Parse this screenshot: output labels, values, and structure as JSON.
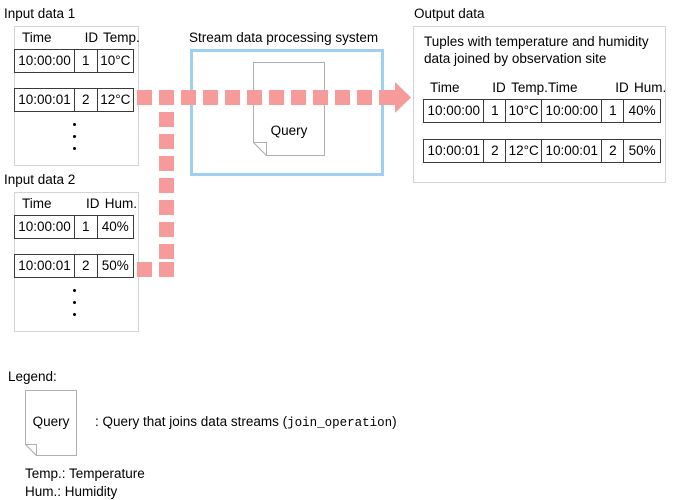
{
  "diagram": {
    "title_input1": "Input data 1",
    "title_input2": "Input data 2",
    "title_system": "Stream data processing system",
    "title_output": "Output data",
    "output_description_line1": "Tuples with temperature and humidity",
    "output_description_line2": "data joined by observation site",
    "query_label": "Query"
  },
  "input1": {
    "headers": [
      "Time",
      "ID",
      "Temp."
    ],
    "rows": [
      [
        "10:00:00",
        "1",
        "10°C"
      ],
      [
        "10:00:01",
        "2",
        "12°C"
      ]
    ],
    "continuation": "⋮"
  },
  "input2": {
    "headers": [
      "Time",
      "ID",
      "Hum."
    ],
    "rows": [
      [
        "10:00:00",
        "1",
        "40%"
      ],
      [
        "10:00:01",
        "2",
        "50%"
      ]
    ],
    "continuation": "⋮"
  },
  "output": {
    "headers": [
      "Time",
      "ID",
      "Temp.",
      "Time",
      "ID",
      "Hum."
    ],
    "rows": [
      [
        "10:00:00",
        "1",
        "10°C",
        "10:00:00",
        "1",
        "40%"
      ],
      [
        "10:00:01",
        "2",
        "12°C",
        "10:00:01",
        "2",
        "50%"
      ]
    ]
  },
  "legend": {
    "heading": "Legend:",
    "query_icon_label": "Query",
    "query_desc_prefix": ": Query that joins data streams (",
    "query_desc_mono": "join_operation",
    "query_desc_suffix": ")",
    "abbrev_temp": "Temp.: Temperature",
    "abbrev_hum": "Hum.: Humidity"
  },
  "colors": {
    "flow_arrow": "#f79a9a",
    "system_border": "#9fd0f0",
    "panel_border": "#d4d4d4",
    "table_border": "#3a3a3a",
    "text": "#000000"
  }
}
